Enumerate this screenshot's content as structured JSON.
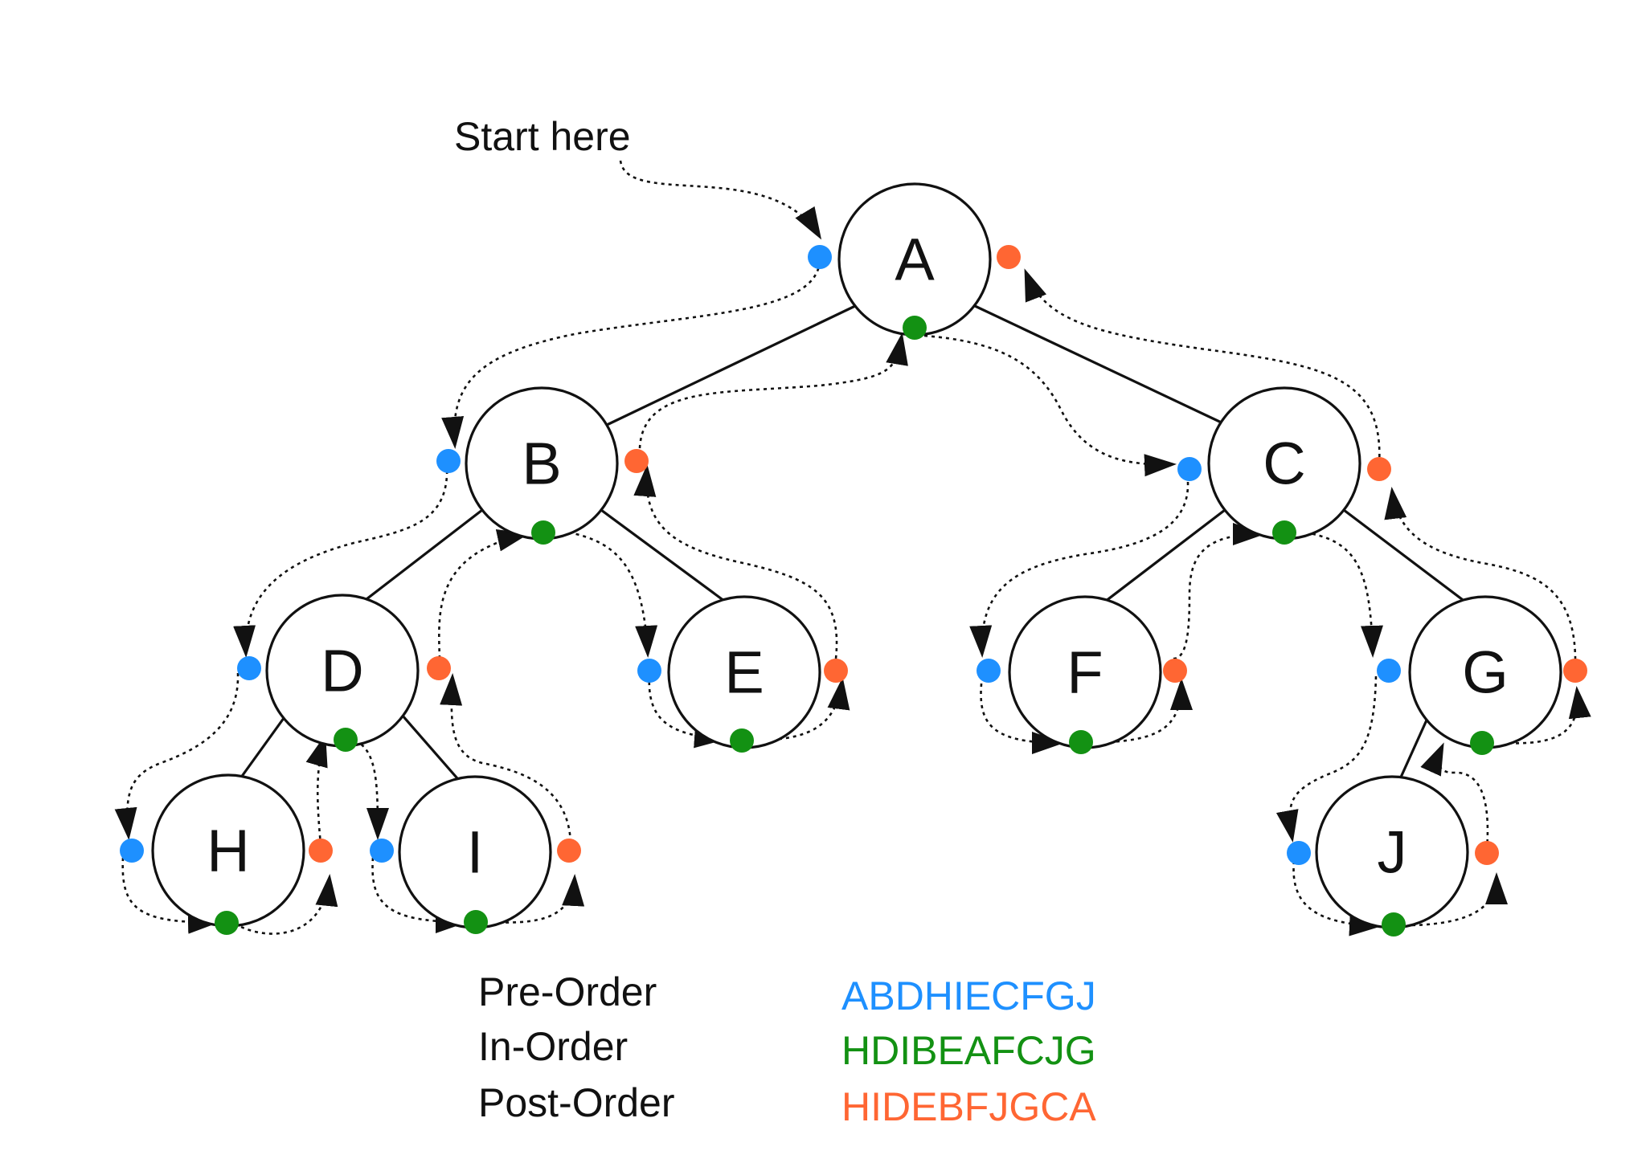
{
  "start_label": "Start here",
  "colors": {
    "pre": "#1e90ff",
    "in": "#139113",
    "post": "#ff6633",
    "ink": "#111111"
  },
  "nodes": {
    "A": "A",
    "B": "B",
    "C": "C",
    "D": "D",
    "E": "E",
    "F": "F",
    "G": "G",
    "H": "H",
    "I": "I",
    "J": "J"
  },
  "legend": {
    "pre_label": "Pre-Order",
    "pre_value": "ABDHIECFGJ",
    "in_label": "In-Order",
    "in_value": "HDIBEAFCJG",
    "post_label": "Post-Order",
    "post_value": "HIDEBFJGCA"
  }
}
